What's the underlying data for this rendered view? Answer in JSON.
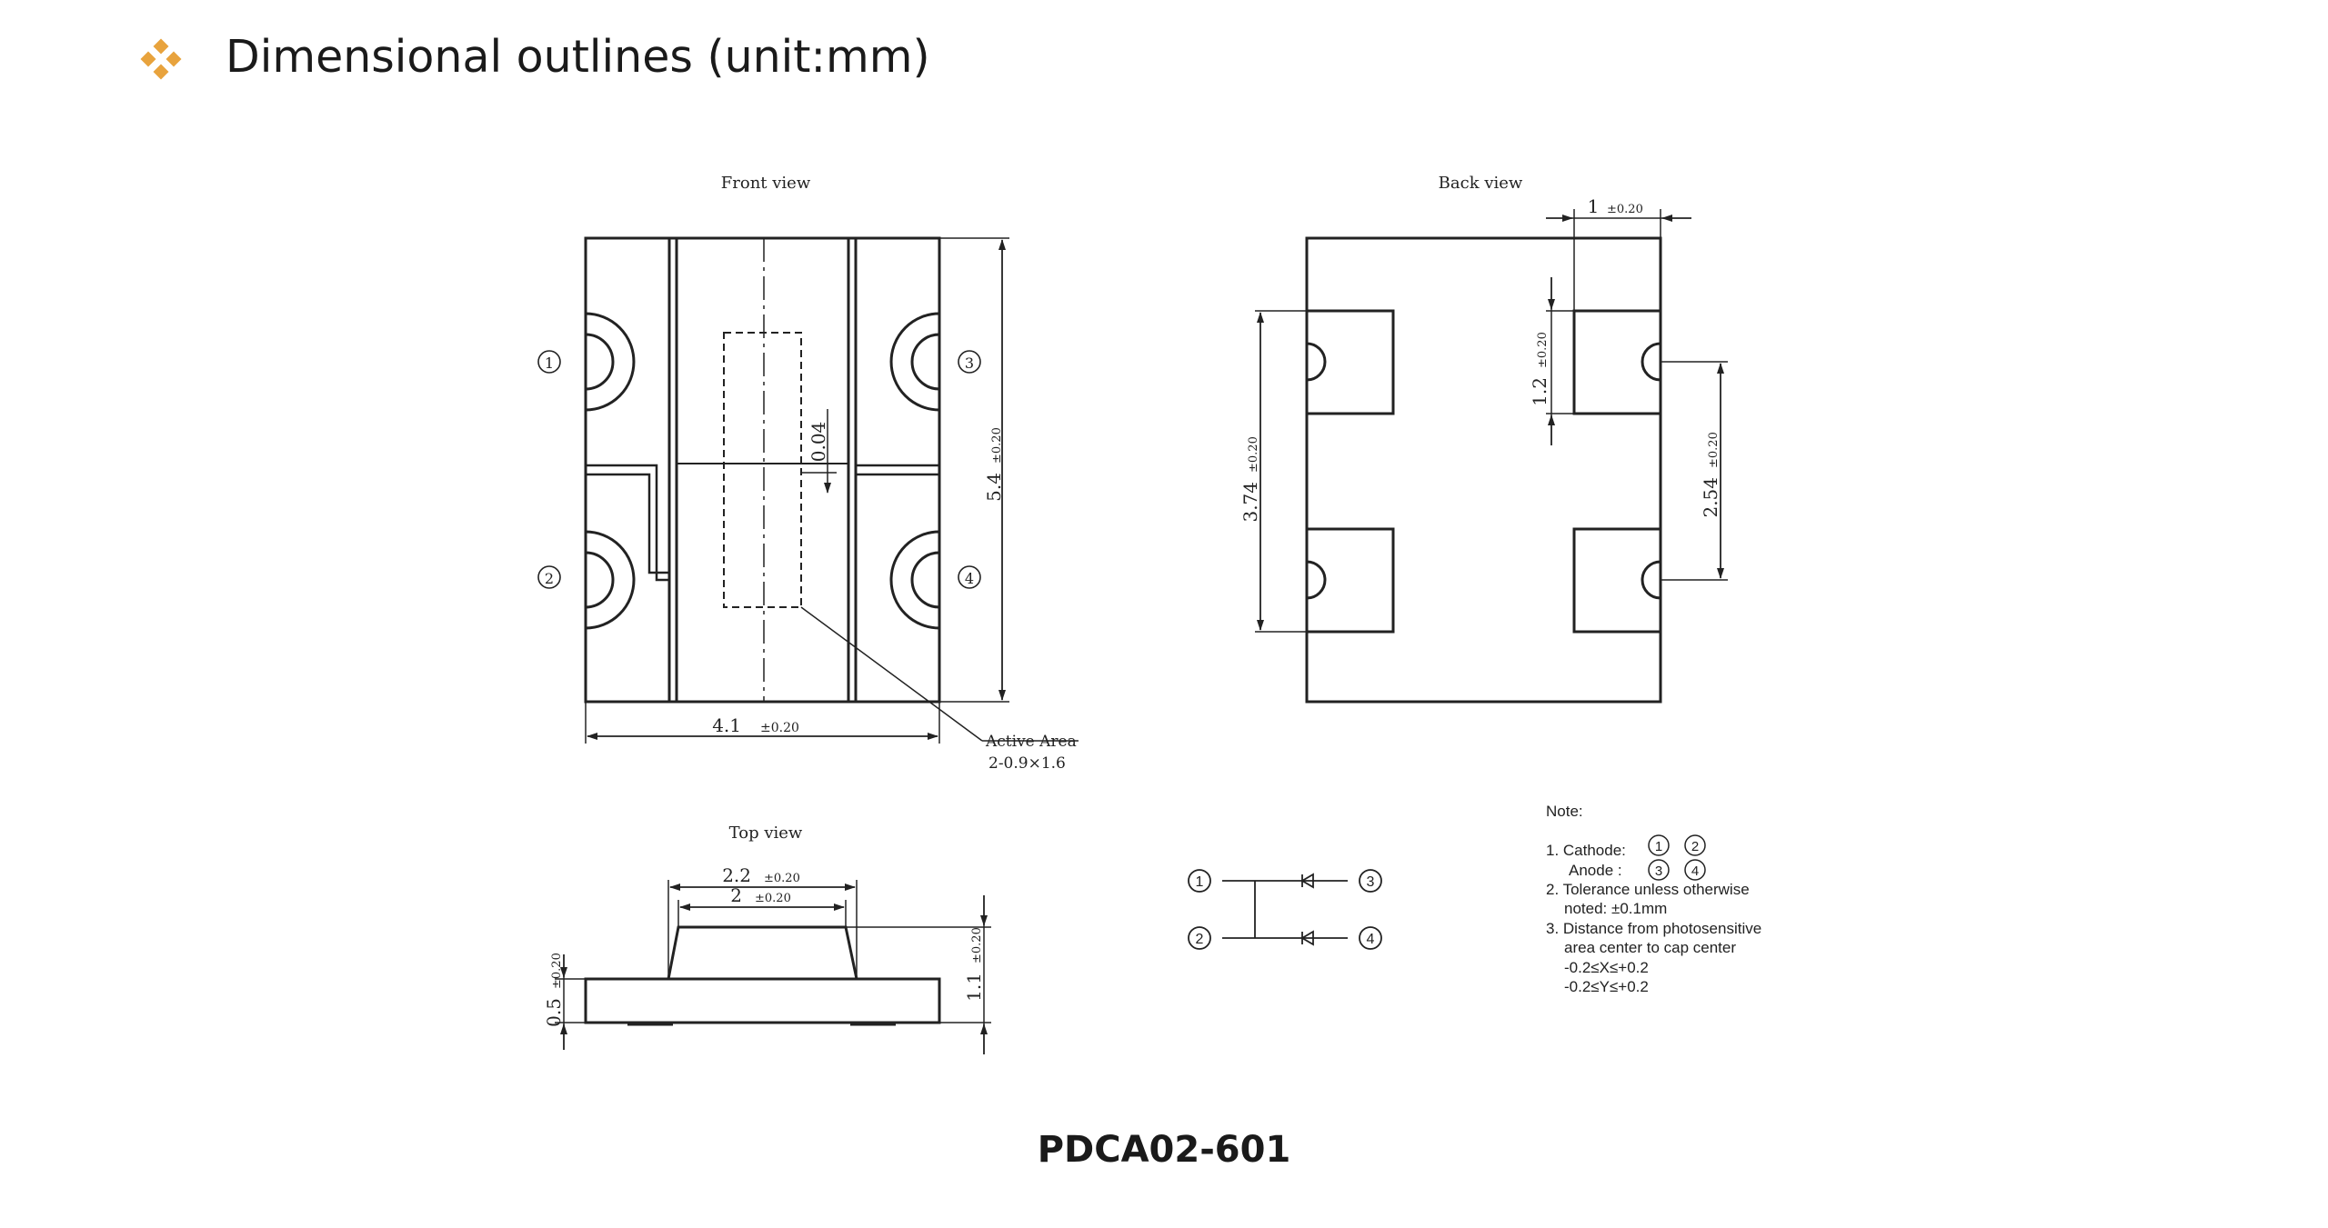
{
  "header": {
    "title": "Dimensional outlines (unit:mm)",
    "bullet_color": "#E8A33D"
  },
  "views": {
    "front": {
      "title": "Front view",
      "pins": [
        "1",
        "2",
        "3",
        "4"
      ],
      "dim_height": "5.4",
      "dim_height_tol": "±0.20",
      "dim_width": "4.1",
      "dim_width_tol": "±0.20",
      "dim_gap": "0.04",
      "active_area_label": "Active Area",
      "active_area_value": "2-0.9×1.6"
    },
    "back": {
      "title": "Back view",
      "dim_top": "1",
      "dim_top_tol": "±0.20",
      "dim_pad": "1.2",
      "dim_pad_tol": "±0.20",
      "dim_left": "3.74",
      "dim_left_tol": "±0.20",
      "dim_right": "2.54",
      "dim_right_tol": "±0.20"
    },
    "top": {
      "title": "Top view",
      "dim_outer": "2.2",
      "dim_outer_tol": "±0.20",
      "dim_inner": "2",
      "dim_inner_tol": "±0.20",
      "dim_base": "0.5",
      "dim_base_tol": "±0.20",
      "dim_total": "1.1",
      "dim_total_tol": "±0.20"
    }
  },
  "schematic": {
    "pins": [
      "1",
      "2",
      "3",
      "4"
    ]
  },
  "notes": {
    "heading": "Note:",
    "cathode": "1. Cathode:",
    "anode": "Anode  :",
    "cathode_pins": [
      "1",
      "2"
    ],
    "anode_pins": [
      "3",
      "4"
    ],
    "tolerance_1": "2. Tolerance unless otherwise",
    "tolerance_2": "noted: ±0.1mm",
    "distance_1": "3. Distance from photosensitive",
    "distance_2": "area center to cap center",
    "distance_x": "-0.2≤X≤+0.2",
    "distance_y": "-0.2≤Y≤+0.2"
  },
  "caption": "PDCA02-601"
}
